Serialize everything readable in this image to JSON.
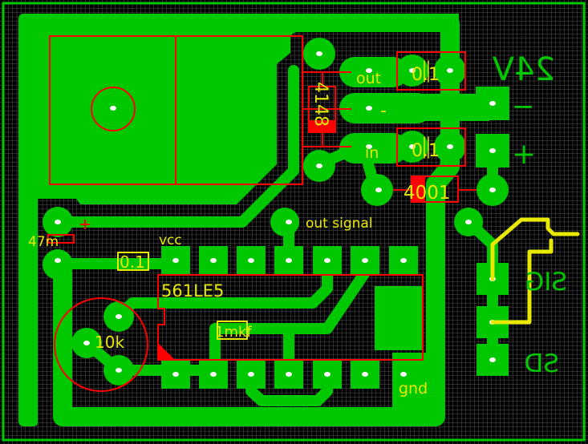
{
  "board": {
    "colors": {
      "copper": "#00c800",
      "silkscreen": "#e8e800",
      "outline": "#ff0000",
      "grid": "#555555",
      "background": "#000000"
    },
    "labels": {
      "out": "out",
      "minus_small": "-",
      "in": "in",
      "cap1": "0.1",
      "cap2": "0.1",
      "diode_small": "4148",
      "diode_power": "4001",
      "out_signal": "out signal",
      "cap_47m": "47m",
      "cap_47m_plus": "+",
      "vcc": "vcc",
      "cap_small": "0.1",
      "ic": "561LE5",
      "cap_1mkf": "1mkf",
      "pot": "10k",
      "gnd": "gnd"
    },
    "copper_text": {
      "voltage": "24V",
      "minus": "−",
      "plus": "+",
      "sig": "SIG",
      "sd": "SD"
    }
  }
}
